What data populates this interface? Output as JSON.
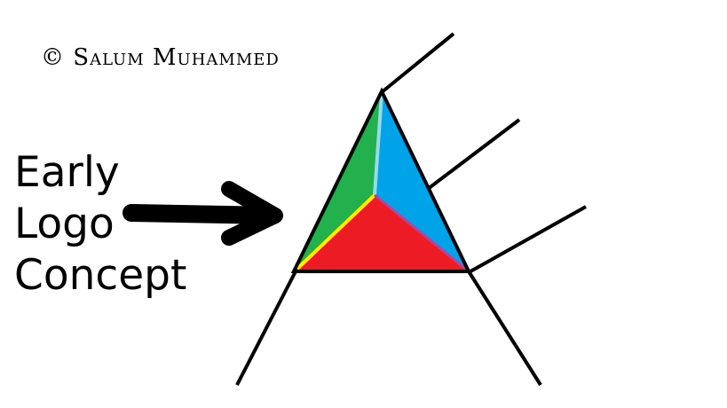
{
  "copyright": "© Salum Muhammed",
  "label_lines": [
    "Early",
    "Logo",
    "Concept"
  ],
  "colors": {
    "green": "#22b14c",
    "blue": "#00a2e8",
    "red": "#ed1c24",
    "yellow": "#fff200",
    "light_blue": "#99d9ea",
    "purple": "#a349a4",
    "ink": "#000000"
  },
  "icons": {
    "arrow": "arrow-right-icon"
  }
}
